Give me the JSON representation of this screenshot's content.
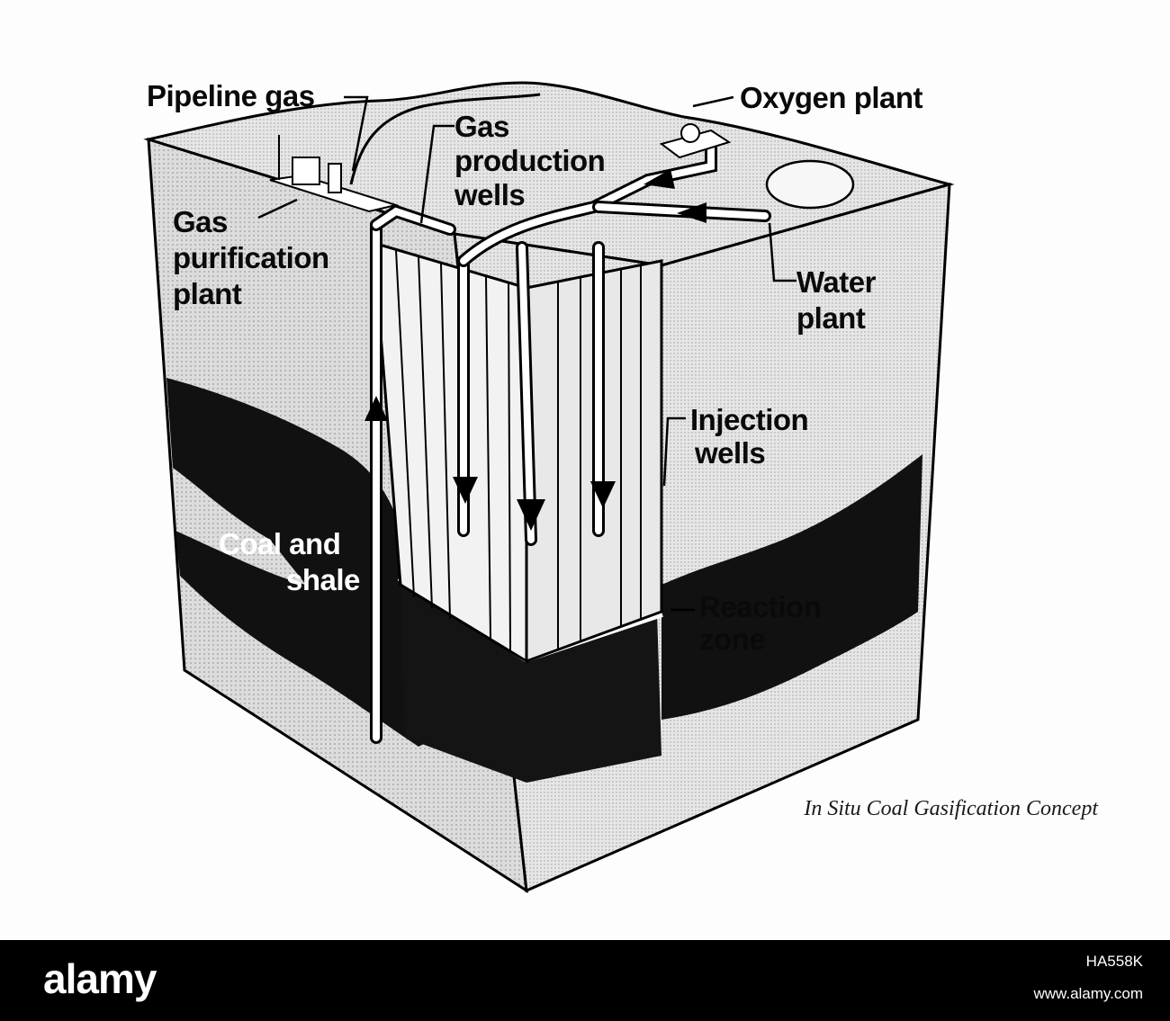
{
  "labels": {
    "pipeline_gas": "Pipeline gas",
    "gas_production_wells": [
      "Gas",
      "production",
      "wells"
    ],
    "oxygen_plant": "Oxygen plant",
    "gas_purification_plant": [
      "Gas",
      "purification",
      "plant"
    ],
    "water_plant": [
      "Water",
      "plant"
    ],
    "injection_wells": [
      "Injection",
      "wells"
    ],
    "coal_and_shale": [
      "Coal and",
      "shale"
    ],
    "reaction_zone": [
      "Reaction",
      "zone"
    ]
  },
  "caption": "In Situ Coal Gasification Concept",
  "footer": {
    "logo": "alamy",
    "image_id": "HA558K",
    "url": "www.alamy.com"
  },
  "colors": {
    "ink": "#0a0a0a",
    "block_face": "#d9d9d9",
    "block_face_light": "#ececec",
    "coal_seam": "#111111",
    "footer_bg": "#000000"
  }
}
